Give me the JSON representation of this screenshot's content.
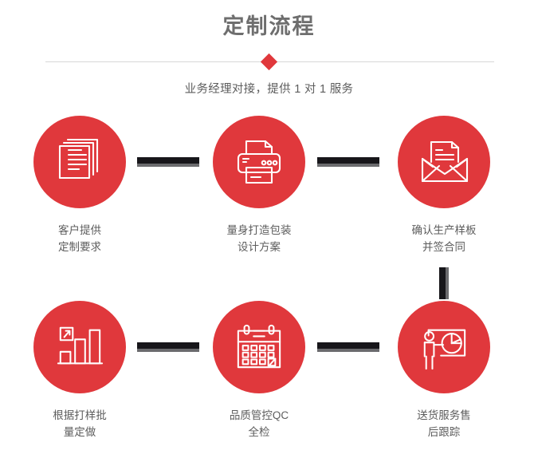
{
  "header": {
    "title": "定制流程",
    "subtitle": "业务经理对接，提供 1 对 1 服务",
    "divider_icon": "diamond-marker",
    "accent_color": "#e0383c",
    "title_color": "#6e6e6e",
    "divider_color": "#d8d8d8"
  },
  "flow": {
    "connector_color": "#17161a",
    "connector_shadow_color": "#6b6b6e",
    "steps": [
      {
        "index": 1,
        "icon": "documents-icon",
        "caption_line1": "客户提供",
        "caption_line2": "定制要求",
        "caption": "客户提供\n定制要求"
      },
      {
        "index": 2,
        "icon": "printer-icon",
        "caption_line1": "量身打造包装",
        "caption_line2": "设计方案",
        "caption": "量身打造包装\n设计方案"
      },
      {
        "index": 3,
        "icon": "envelope-document-icon",
        "caption_line1": "确认生产样板",
        "caption_line2": "并签合同",
        "caption": "确认生产样板\n并签合同"
      },
      {
        "index": 4,
        "icon": "bar-chart-growth-icon",
        "caption_line1": "根据打样批",
        "caption_line2": "量定做",
        "caption": "根据打样批\n量定做"
      },
      {
        "index": 5,
        "icon": "calendar-check-icon",
        "caption_line1": "品质管控QC",
        "caption_line2": "全检",
        "caption": "品质管控QC\n全检"
      },
      {
        "index": 6,
        "icon": "presenter-pie-chart-icon",
        "caption_line1": "送货服务售",
        "caption_line2": "后跟踪",
        "caption": "送货服务售\n后跟踪"
      }
    ],
    "connectors": [
      {
        "name": "connector-step1-step2",
        "orientation": "horizontal"
      },
      {
        "name": "connector-step2-step3",
        "orientation": "horizontal"
      },
      {
        "name": "connector-step3-step6",
        "orientation": "vertical"
      },
      {
        "name": "connector-step4-step5",
        "orientation": "horizontal"
      },
      {
        "name": "connector-step5-step6",
        "orientation": "horizontal"
      }
    ]
  }
}
